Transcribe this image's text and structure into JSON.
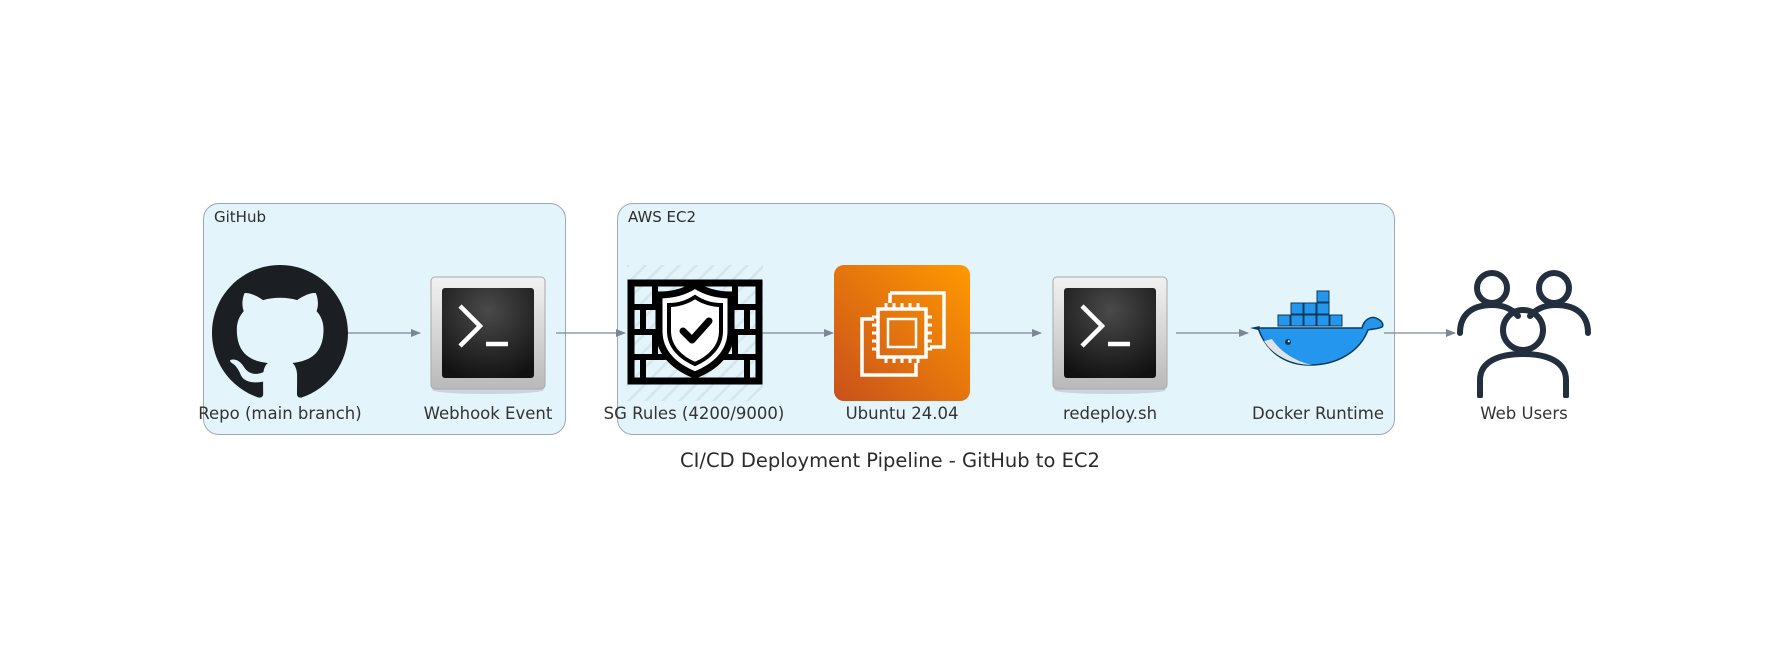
{
  "title": "CI/CD Deployment Pipeline - GitHub to EC2",
  "clusters": {
    "github": {
      "label": "GitHub"
    },
    "aws": {
      "label": "AWS EC2"
    }
  },
  "nodes": {
    "repo": {
      "label": "Repo (main branch)",
      "icon": "github-icon"
    },
    "webhook": {
      "label": "Webhook Event",
      "icon": "terminal-icon"
    },
    "sg": {
      "label": "SG Rules (4200/9000)",
      "icon": "firewall-icon"
    },
    "ubuntu": {
      "label": "Ubuntu 24.04",
      "icon": "ec2-instance-icon"
    },
    "redeploy": {
      "label": "redeploy.sh",
      "icon": "terminal-icon"
    },
    "docker": {
      "label": "Docker Runtime",
      "icon": "docker-icon"
    },
    "users": {
      "label": "Web Users",
      "icon": "users-icon"
    }
  },
  "edges": [
    {
      "from": "repo",
      "to": "webhook"
    },
    {
      "from": "webhook",
      "to": "sg"
    },
    {
      "from": "sg",
      "to": "ubuntu"
    },
    {
      "from": "ubuntu",
      "to": "redeploy"
    },
    {
      "from": "redeploy",
      "to": "docker"
    },
    {
      "from": "docker",
      "to": "users"
    }
  ],
  "colors": {
    "cluster_fill": "#e3f4fb",
    "cluster_border": "#9aaab8",
    "edge": "#7b8794",
    "ec2_orange": "#e8741a",
    "github_dark": "#1b1f23",
    "docker_blue": "#2496ed",
    "users_navy": "#232f3e"
  }
}
